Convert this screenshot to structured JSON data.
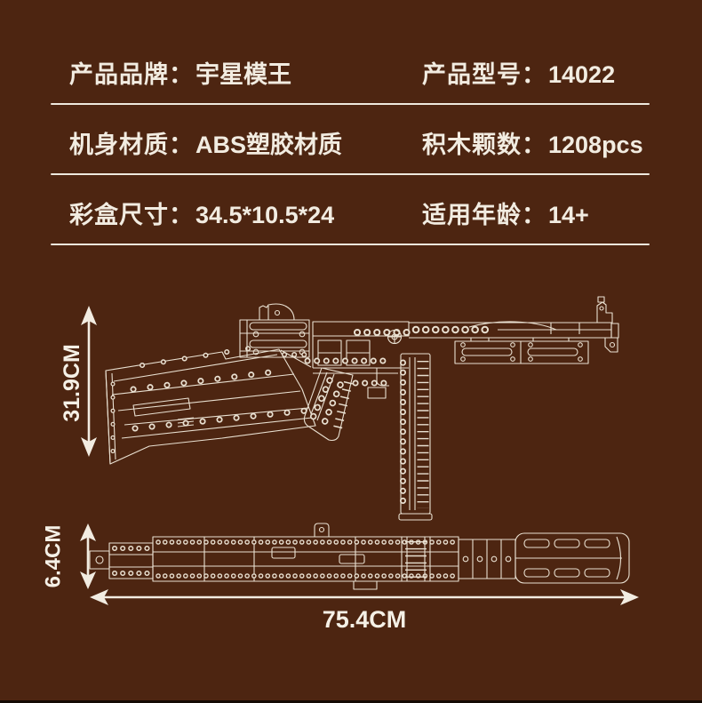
{
  "palette": {
    "background": "#4D2511",
    "text_cream": "#F2ECE1",
    "line_art": "#E9E0D1",
    "divider": "#EFE9DE",
    "bottom_edge": "#140A04"
  },
  "spec_table": {
    "rows": [
      {
        "left_label": "产品品牌：",
        "left_value": "宇星模王",
        "right_label": "产品型号：",
        "right_value": "14022"
      },
      {
        "left_label": "机身材质：",
        "left_value": "ABS塑胶材质",
        "right_label": "积木颗数：",
        "right_value": "1208pcs"
      },
      {
        "left_label": "彩盒尺寸：",
        "left_value": "34.5*10.5*24",
        "right_label": "适用年龄：",
        "right_value": "14+"
      }
    ]
  },
  "figure": {
    "height_label": "31.9CM",
    "thickness_label": "6.4CM",
    "length_label": "75.4CM"
  }
}
